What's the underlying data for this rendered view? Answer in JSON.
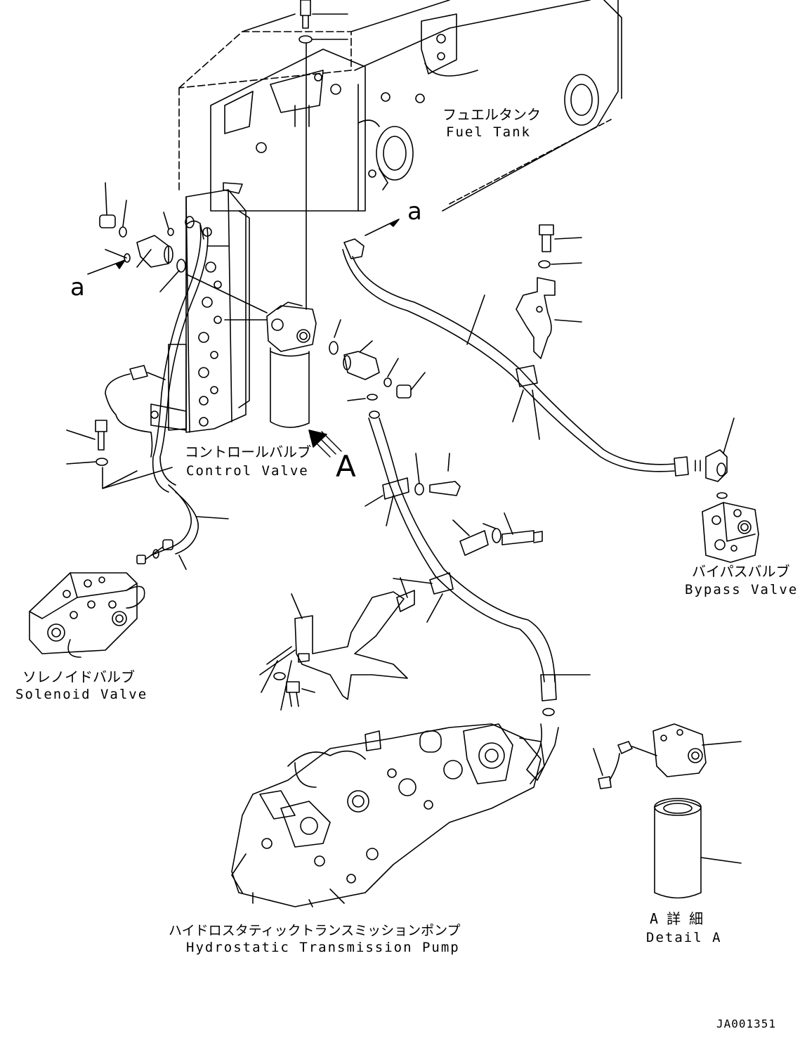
{
  "labels": {
    "fuel_tank_jp": "フュエルタンク",
    "fuel_tank_en": "Fuel Tank",
    "control_valve_jp": "コントロールバルブ",
    "control_valve_en": "Control Valve",
    "bypass_valve_jp": "バイパスバルブ",
    "bypass_valve_en": "Bypass Valve",
    "solenoid_valve_jp": "ソレノイドバルブ",
    "solenoid_valve_en": "Solenoid Valve",
    "hst_pump_jp": "ハイドロスタティックトランスミッションポンプ",
    "hst_pump_en": "Hydrostatic Transmission Pump",
    "detail_a_jp": "A 詳 細",
    "detail_a_en": "Detail A",
    "view_a": "A",
    "ref_a_upper": "a",
    "ref_a_left": "a",
    "drawing_id": "JA001351"
  }
}
